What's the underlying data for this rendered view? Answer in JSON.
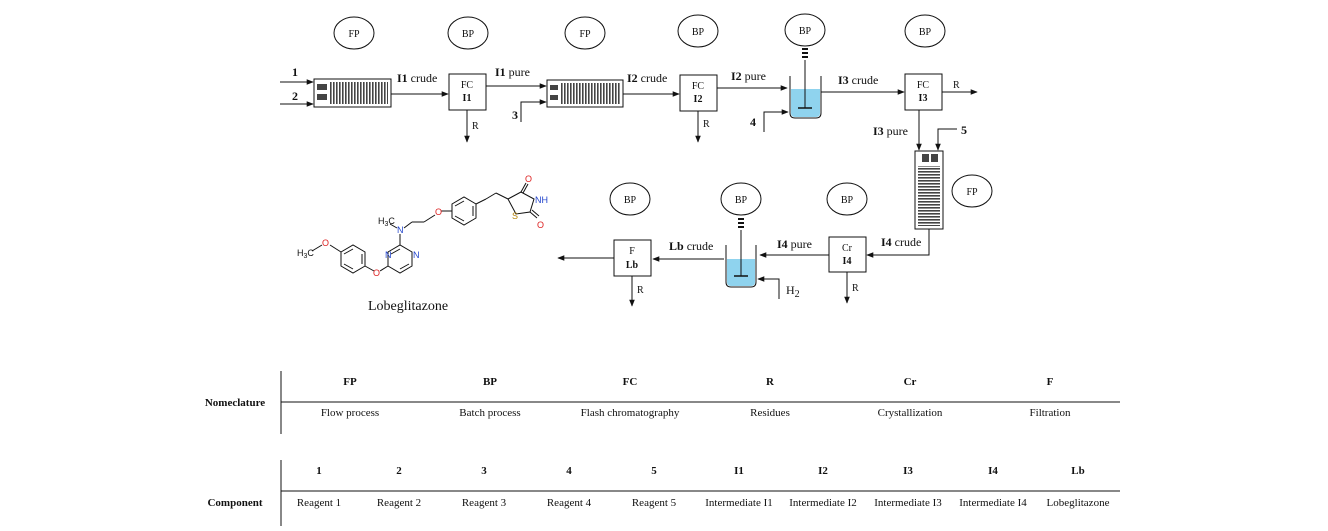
{
  "flow": {
    "mode_labels": [
      "FP",
      "BP",
      "FP",
      "BP",
      "BP",
      "BP",
      "FP",
      "BP",
      "BP",
      "BP"
    ],
    "inputs": {
      "r1": "1",
      "r2": "2",
      "r3": "3",
      "r4": "4",
      "r5": "5",
      "h2": "H",
      "h2_sub": "2"
    },
    "streams": {
      "i1_crude_num": "I1",
      "i1_crude_word": "crude",
      "i1_pure_num": "I1",
      "i1_pure_word": "pure",
      "i2_crude_num": "I2",
      "i2_crude_word": "crude",
      "i2_pure_num": "I2",
      "i2_pure_word": "pure",
      "i3_crude_num": "I3",
      "i3_crude_word": "crude",
      "i3_pure_num": "I3",
      "i3_pure_word": "pure",
      "i4_crude_num": "I4",
      "i4_crude_word": "crude",
      "i4_pure_num": "I4",
      "i4_pure_word": "pure",
      "lb_crude_num": "Lb",
      "lb_crude_word": "crude"
    },
    "units": {
      "fc1": {
        "top": "FC",
        "bottom": "I1"
      },
      "fc2": {
        "top": "FC",
        "bottom": "I2"
      },
      "fc3": {
        "top": "FC",
        "bottom": "I3"
      },
      "cr4": {
        "top": "Cr",
        "bottom": "I4"
      },
      "f_lb": {
        "top": "F",
        "bottom": "Lb"
      }
    },
    "residue": "R",
    "product_name": "Lobeglitazone",
    "molecule_labels": {
      "nh": "NH",
      "s": "S",
      "o": "O",
      "n": "N",
      "h3c": "H",
      "h3c_3": "3",
      "c": "C"
    }
  },
  "legend": {
    "nomenclature": {
      "title": "Nomeclature",
      "items": [
        {
          "abbr": "FP",
          "meaning": "Flow process"
        },
        {
          "abbr": "BP",
          "meaning": "Batch process"
        },
        {
          "abbr": "FC",
          "meaning": "Flash chromatography"
        },
        {
          "abbr": "R",
          "meaning": "Residues"
        },
        {
          "abbr": "Cr",
          "meaning": "Crystallization"
        },
        {
          "abbr": "F",
          "meaning": "Filtration"
        }
      ]
    },
    "component": {
      "title": "Component",
      "items": [
        {
          "abbr": "1",
          "meaning": "Reagent 1"
        },
        {
          "abbr": "2",
          "meaning": "Reagent 2"
        },
        {
          "abbr": "3",
          "meaning": "Reagent 3"
        },
        {
          "abbr": "4",
          "meaning": "Reagent 4"
        },
        {
          "abbr": "5",
          "meaning": "Reagent 5"
        },
        {
          "abbr": "I1",
          "meaning": "Intermediate I1"
        },
        {
          "abbr": "I2",
          "meaning": "Intermediate I2"
        },
        {
          "abbr": "I3",
          "meaning": "Intermediate I3"
        },
        {
          "abbr": "I4",
          "meaning": "Intermediate I4"
        },
        {
          "abbr": "Lb",
          "meaning": "Lobeglitazone"
        }
      ]
    }
  }
}
